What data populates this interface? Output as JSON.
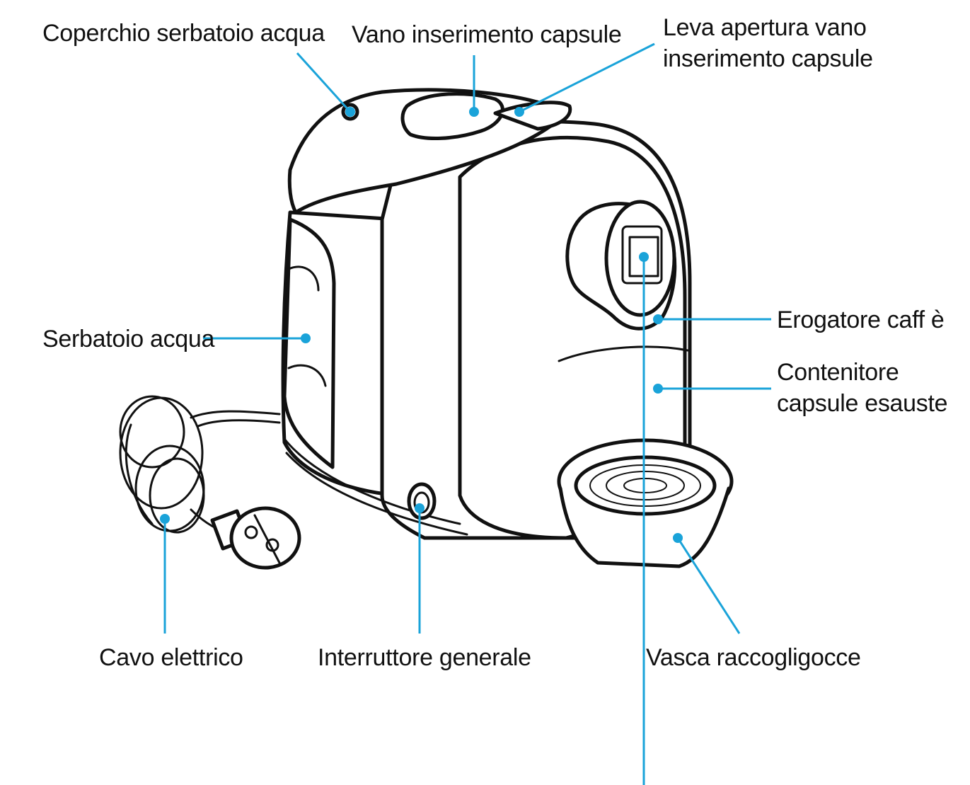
{
  "colors": {
    "leader": "#1aa3d9",
    "outline": "#111111",
    "background": "#ffffff"
  },
  "labels": {
    "water_tank_lid": "Coperchio serbatoio acqua",
    "capsule_compartment": "Vano inserimento capsule",
    "lever_line1": "Leva apertura vano",
    "lever_line2": "inserimento capsule",
    "coffee_spout": "Erogatore caff è",
    "used_capsule_line1": "Contenitore",
    "used_capsule_line2": "capsule esauste",
    "water_tank": "Serbatoio acqua",
    "power_cord": "Cavo elettrico",
    "main_switch": "Interruttore generale",
    "drip_tray": "Vasca raccogligocce"
  }
}
